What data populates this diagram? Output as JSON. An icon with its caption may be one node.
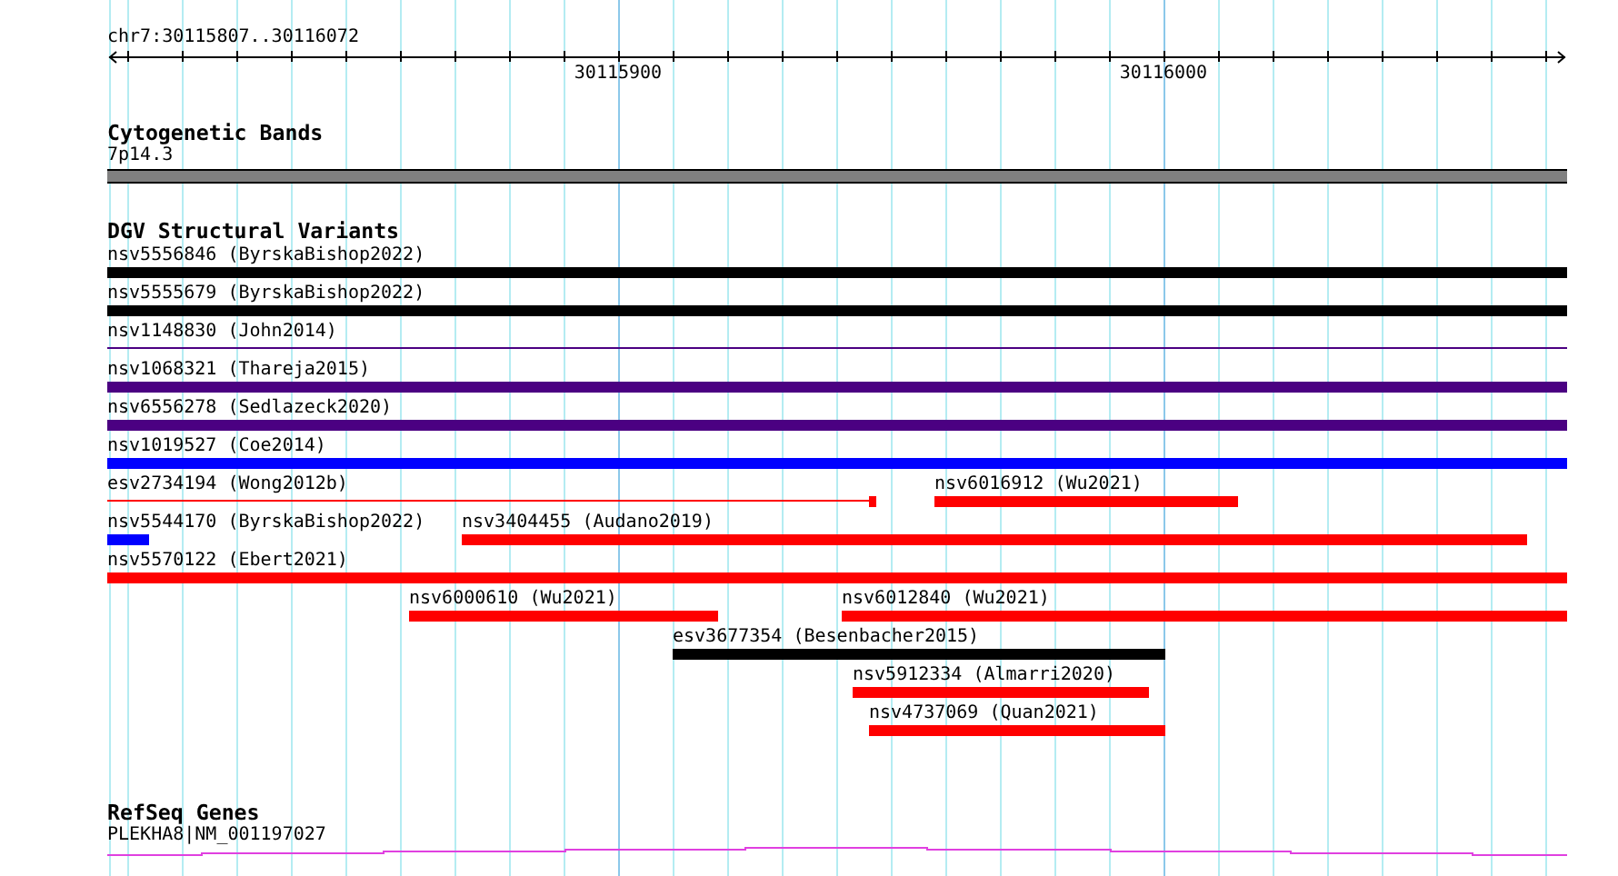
{
  "diagram": {
    "nodes": [
      {
        "text": [
          "7p14.3"
        ]
      },
      {
        "text": [
          "nsv5556846 (ByrskaBishop2022)"
        ]
      },
      {
        "text": [
          "nsv5555679 (ByrskaBishop2022)"
        ]
      },
      {
        "text": [
          "nsv1148830 (John2014)"
        ]
      },
      {
        "text": [
          "nsv1068321 (Thareja2015)"
        ]
      },
      {
        "text": [
          "nsv6556278 (Sedlazeck2020)"
        ]
      },
      {
        "text": [
          "nsv1019527 (Coe2014)"
        ]
      },
      {
        "text": [
          "esv2734194 (Wong2012b)"
        ]
      },
      {
        "text": [
          "nsv6016912 (Wu2021)"
        ]
      },
      {
        "text": [
          "nsv5544170 (ByrskaBishop2022)"
        ]
      },
      {
        "text": [
          "nsv3404455 (Audano2019)"
        ]
      },
      {
        "text": [
          "nsv5570122 (Ebert2021)"
        ]
      },
      {
        "text": [
          "nsv6000610 (Wu2021)"
        ]
      },
      {
        "text": [
          "nsv6012840 (Wu2021)"
        ]
      },
      {
        "text": [
          "esv3677354 (Besenbacher2015)"
        ]
      },
      {
        "text": [
          "nsv5912334 (Almarri2020)"
        ]
      },
      {
        "text": [
          "nsv4737069 (Quan2021)"
        ]
      },
      {
        "text": [
          "PLEKHA8|NM_001197027"
        ]
      }
    ],
    "labels": [
      "chr7:30115807..30116072",
      "30115900",
      "30116000",
      "Cytogenetic Bands",
      "DGV Structural Variants",
      "RefSeq Genes"
    ]
  }
}
